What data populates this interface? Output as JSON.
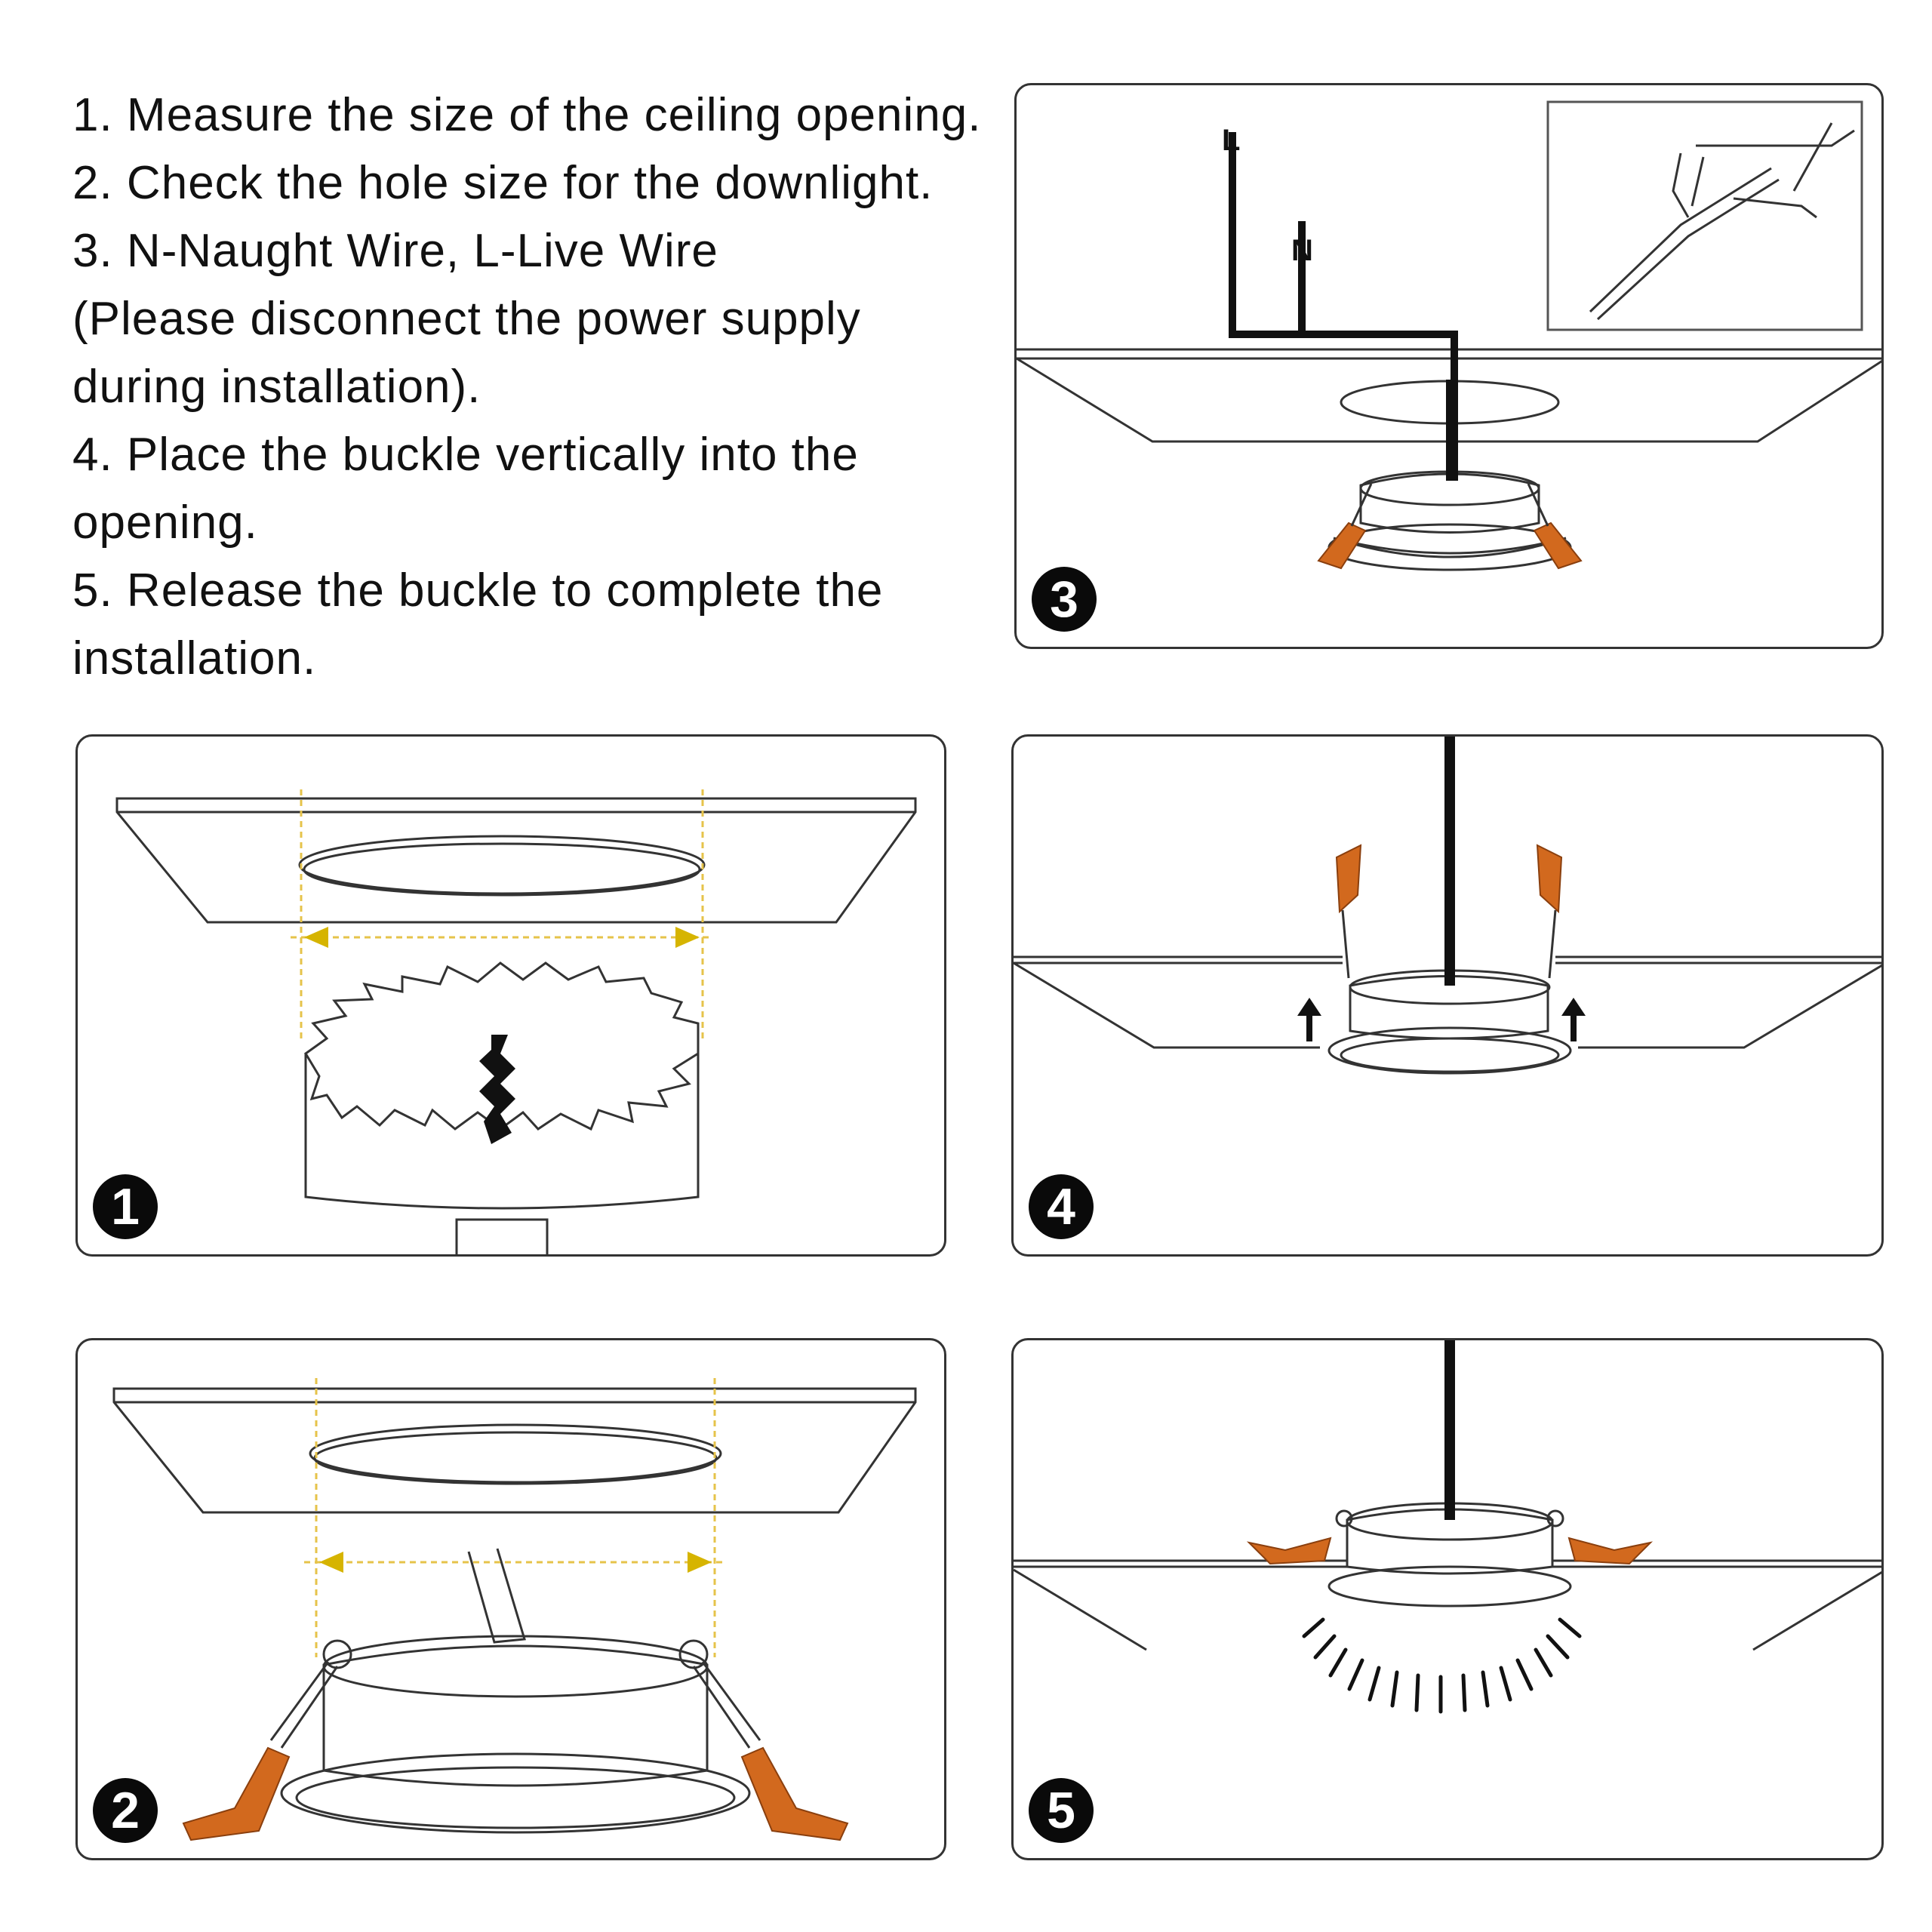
{
  "instructions": [
    "1. Measure the size of the ceiling opening.",
    "2. Check the hole size for the downlight.",
    "3. N-Naught Wire, L-Live Wire",
    "(Please disconnect the power supply",
    "during installation).",
    "4. Place the buckle vertically into the",
    "opening.",
    "5. Release the buckle to complete the",
    "installation."
  ],
  "panels": {
    "step1": {
      "badge": "1"
    },
    "step2": {
      "badge": "2"
    },
    "step3": {
      "badge": "3",
      "live_label": "L",
      "neutral_label": "N"
    },
    "step4": {
      "badge": "4"
    },
    "step5": {
      "badge": "5"
    }
  },
  "colors": {
    "outline": "#333333",
    "dimension_guide": "#e6c34a",
    "clip_orange": "#d2691e",
    "wire_black": "#111111",
    "badge_fill": "#0a0a0a"
  }
}
